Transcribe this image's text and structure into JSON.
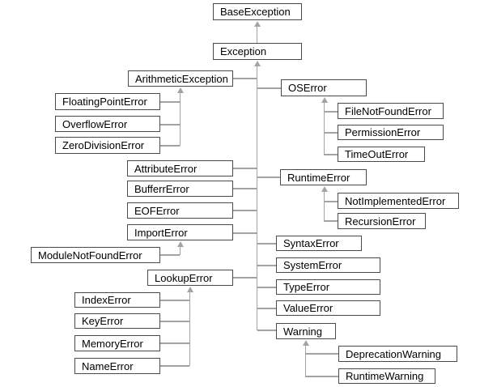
{
  "diagram": {
    "type": "class-hierarchy-diagram",
    "colors": {
      "background": "#ffffff",
      "box_fill": "#ffffff",
      "box_border": "#4a4a4a",
      "connector": "#a3a3a3",
      "text": "#000000"
    }
  },
  "nodes": {
    "base_exception": {
      "label": "BaseException"
    },
    "exception": {
      "label": "Exception"
    },
    "arithmetic_exception": {
      "label": "ArithmeticException"
    },
    "os_error": {
      "label": "OSError"
    },
    "floating_point_error": {
      "label": "FloatingPointError"
    },
    "file_not_found_error": {
      "label": "FileNotFoundError"
    },
    "overflow_error": {
      "label": "OverflowError"
    },
    "permission_error": {
      "label": "PermissionError"
    },
    "zero_division_error": {
      "label": "ZeroDivisionError"
    },
    "time_out_error": {
      "label": "TimeOutError"
    },
    "attribute_error": {
      "label": "AttributeError"
    },
    "runtime_error": {
      "label": "RuntimeError"
    },
    "bufferr_error": {
      "label": "BufferrError"
    },
    "not_implemented_error": {
      "label": "NotImplementedError"
    },
    "eof_error": {
      "label": "EOFError"
    },
    "recursion_error": {
      "label": "RecursionError"
    },
    "import_error": {
      "label": "ImportError"
    },
    "syntax_error": {
      "label": "SyntaxError"
    },
    "module_not_found_error": {
      "label": "ModuleNotFoundError"
    },
    "system_error": {
      "label": "SystemError"
    },
    "lookup_error": {
      "label": "LookupError"
    },
    "type_error": {
      "label": "TypeError"
    },
    "index_error": {
      "label": "IndexError"
    },
    "value_error": {
      "label": "ValueError"
    },
    "key_error": {
      "label": "KeyError"
    },
    "warning": {
      "label": "Warning"
    },
    "memory_error": {
      "label": "MemoryError"
    },
    "deprecation_warning": {
      "label": "DeprecationWarning"
    },
    "name_error": {
      "label": "NameError"
    },
    "runtime_warning": {
      "label": "RuntimeWarning"
    }
  },
  "hierarchy": {
    "BaseException": [
      "Exception"
    ],
    "Exception": [
      "ArithmeticException",
      "OSError",
      "AttributeError",
      "RuntimeError",
      "BufferrError",
      "EOFError",
      "ImportError",
      "SyntaxError",
      "SystemError",
      "LookupError",
      "TypeError",
      "ValueError",
      "Warning"
    ],
    "ArithmeticException": [
      "FloatingPointError",
      "OverflowError",
      "ZeroDivisionError"
    ],
    "OSError": [
      "FileNotFoundError",
      "PermissionError",
      "TimeOutError"
    ],
    "RuntimeError": [
      "NotImplementedError",
      "RecursionError"
    ],
    "ImportError": [
      "ModuleNotFoundError"
    ],
    "LookupError": [
      "IndexError",
      "KeyError",
      "MemoryError",
      "NameError"
    ],
    "Warning": [
      "DeprecationWarning",
      "RuntimeWarning"
    ]
  }
}
